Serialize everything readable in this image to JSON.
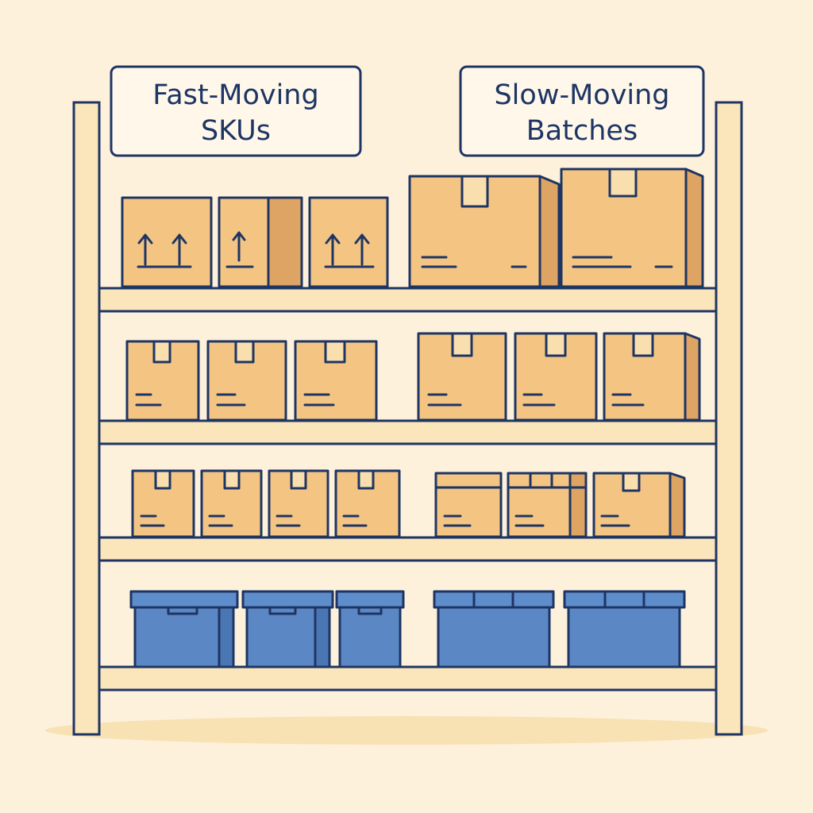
{
  "colors": {
    "background": "#fdf1dc",
    "outline": "#1e3564",
    "shelf_wood": "#fbe6bc",
    "carton": "#f4c582",
    "carton_side": "#dea463",
    "bin": "#5b88c4",
    "bin_lid": "#5e8dcc",
    "floor_shadow": "#f8e1b3"
  },
  "signs": {
    "fast": {
      "line1": "Fast-Moving",
      "line2": "SKUs"
    },
    "slow": {
      "line1": "Slow-Moving",
      "line2": "Batches"
    }
  },
  "icons": {
    "arrow": "up-arrow-icon"
  }
}
